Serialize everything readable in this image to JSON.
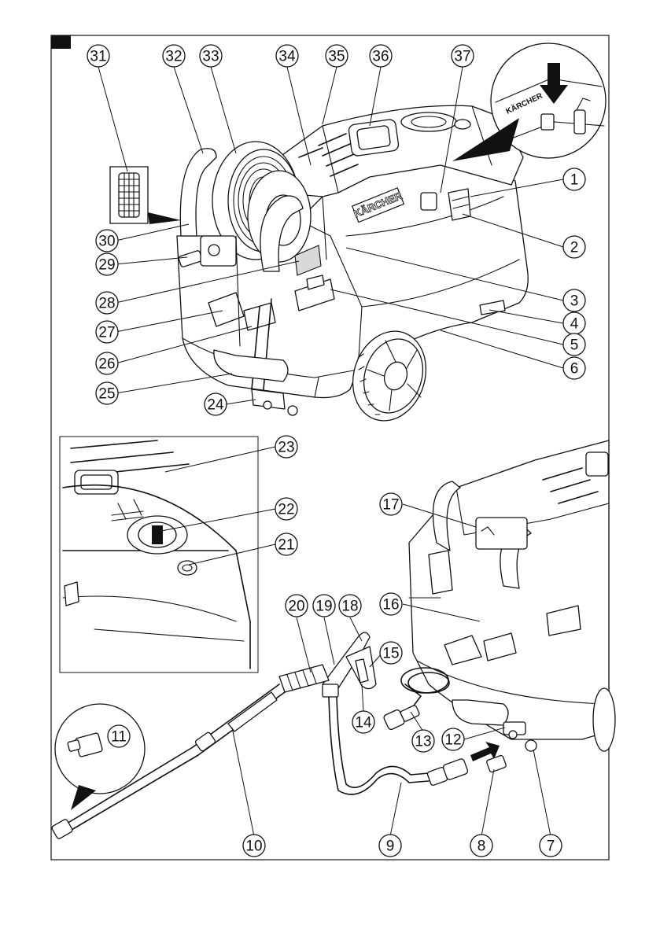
{
  "brand_text": "KÄRCHER",
  "callouts": [
    "1",
    "2",
    "3",
    "4",
    "5",
    "6",
    "7",
    "8",
    "9",
    "10",
    "11",
    "12",
    "13",
    "14",
    "15",
    "16",
    "17",
    "18",
    "19",
    "20",
    "21",
    "22",
    "23",
    "24",
    "25",
    "26",
    "27",
    "28",
    "29",
    "30",
    "31",
    "32",
    "33",
    "34",
    "35",
    "36",
    "37"
  ]
}
